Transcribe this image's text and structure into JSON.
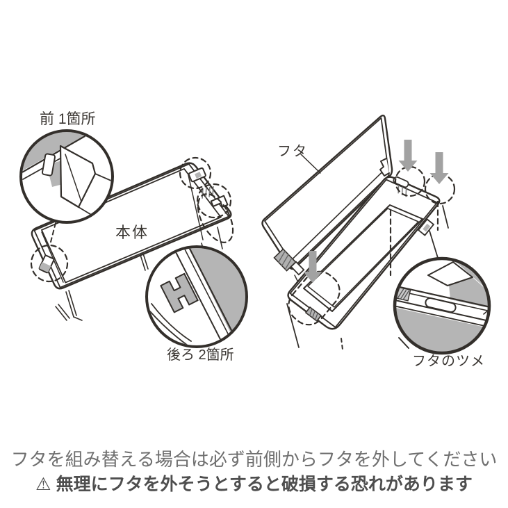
{
  "left_diagram": {
    "body_label": "本体",
    "front_magnifier_label": "前 1箇所",
    "back_magnifier_label": "後ろ 2箇所"
  },
  "right_diagram": {
    "lid_label": "フタ",
    "lid_tab_magnifier_label": "フタのツメ"
  },
  "caption": {
    "instruction": "フタを組み替える場合は必ず前側からフタを外してください",
    "warning_icon": "⚠",
    "warning": "無理にフタを外そうとすると破損する恐れがあります"
  },
  "colors": {
    "line": "#332f2b",
    "gray_fill": "#b5b5b5",
    "arrow_gray": "#a2a2a2",
    "caption_text": "#6f6f6f",
    "warning_text": "#4e4e4e",
    "background": "#ffffff"
  }
}
